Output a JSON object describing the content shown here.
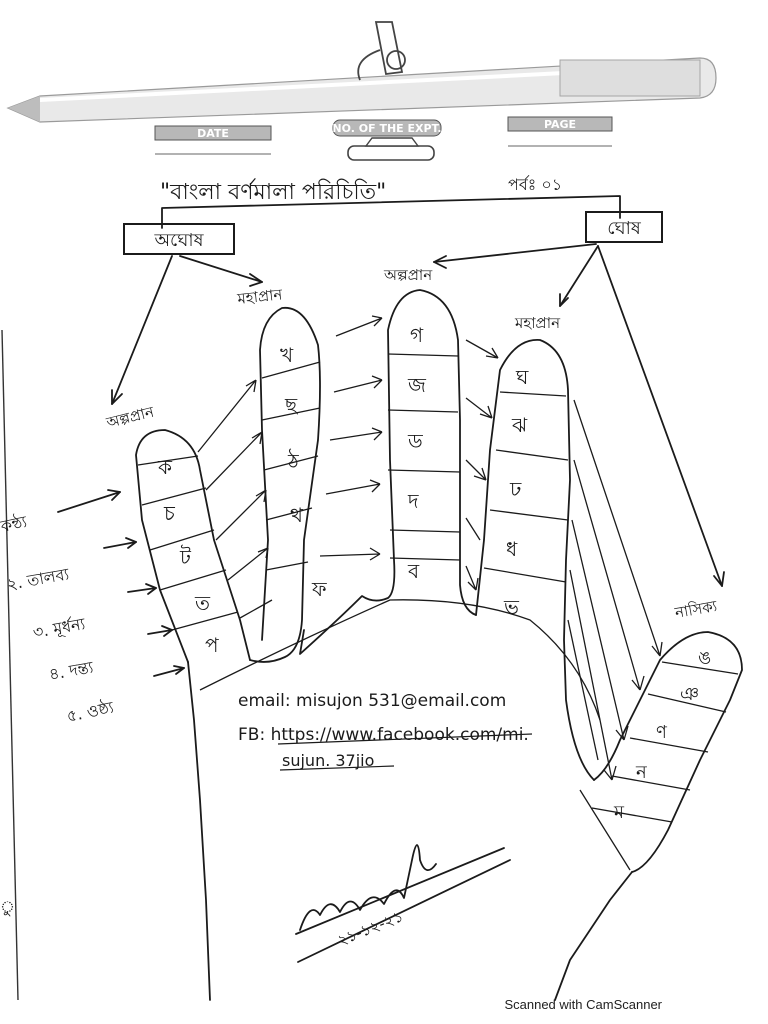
{
  "header": {
    "date_label": "DATE",
    "expt_label": "NO. OF THE EXPT.",
    "page_label": "PAGE"
  },
  "title": "\"বাংলা বর্ণমালা পরিচিতি\"",
  "part": "পর্বঃ ০১",
  "categories": {
    "aghosh": "অঘোষ",
    "ghosh": "ঘোষ",
    "mohaprana_left": "মহাপ্রান",
    "alpaprana_mid": "অল্পপ্রান",
    "mohaprana_right": "মহাপ্রান",
    "alpaprana_left": "অল্পপ্রান",
    "nasikya": "নাসিক্য"
  },
  "row_labels": [
    "কন্ঠ্য",
    "২. তালব্য",
    "৩. মূর্ধন্য",
    "৪. দন্ত্য",
    "৫. ওষ্ঠ্য"
  ],
  "fingers": {
    "first": [
      "ক",
      "চ",
      "ট",
      "ত",
      "প"
    ],
    "second": [
      "খ",
      "ছ",
      "ঠ",
      "থ",
      "ফ"
    ],
    "third": [
      "গ",
      "জ",
      "ড",
      "দ",
      "ব"
    ],
    "fourth": [
      "ঘ",
      "ঝ",
      "ঢ",
      "ধ",
      "ভ"
    ],
    "thumb": [
      "ঙ",
      "ঞ",
      "ণ",
      "ন",
      "ম"
    ]
  },
  "contact": {
    "email": "email: misujon 531@email.com",
    "fb": "FB: https://www.facebook.com/mi.",
    "fb_cont": "sujun. 37jio"
  },
  "signature": {
    "date": "২১-১২-২১"
  },
  "footer": "Scanned with CamScanner"
}
